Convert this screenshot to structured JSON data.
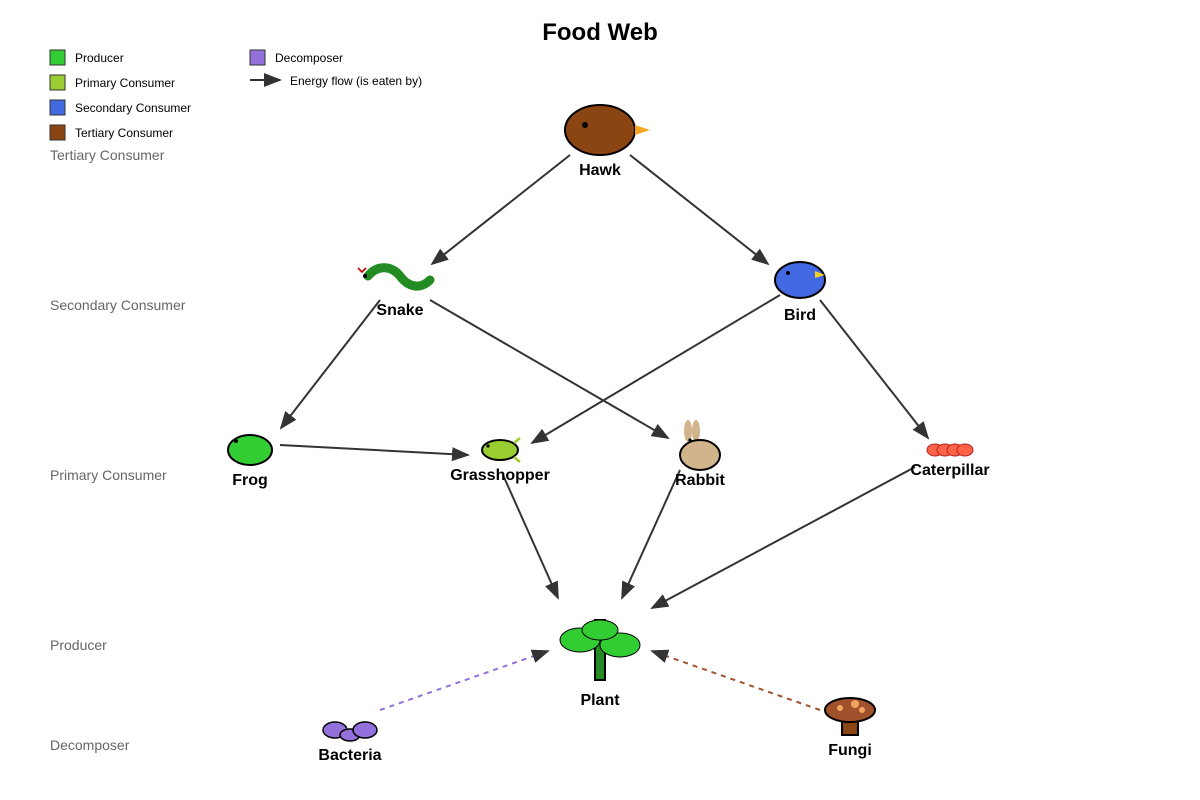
{
  "title": "Food Web",
  "legend": {
    "producer": {
      "label": "Producer",
      "color": "#32cd32"
    },
    "primary": {
      "label": "Primary Consumer",
      "color": "#9acd32"
    },
    "secondary": {
      "label": "Secondary Consumer",
      "color": "#4169e1"
    },
    "tertiary": {
      "label": "Tertiary Consumer",
      "color": "#8b4513"
    },
    "decomposer": {
      "label": "Decomposer",
      "color": "#9370db"
    },
    "energy_flow": {
      "label": "Energy flow (is eaten by)",
      "color": "#333333"
    }
  },
  "levels": {
    "tertiary": "Tertiary Consumer",
    "secondary": "Secondary Consumer",
    "primary": "Primary Consumer",
    "producer": "Producer",
    "decomposer": "Decomposer"
  },
  "nodes": {
    "hawk": {
      "label": "Hawk",
      "level": "Tertiary Consumer",
      "icon": "hawk-icon"
    },
    "snake": {
      "label": "Snake",
      "level": "Secondary Consumer",
      "icon": "snake-icon"
    },
    "bird": {
      "label": "Bird",
      "level": "Secondary Consumer",
      "icon": "bird-icon"
    },
    "frog": {
      "label": "Frog",
      "level": "Primary Consumer",
      "icon": "frog-icon"
    },
    "grasshopper": {
      "label": "Grasshopper",
      "level": "Primary Consumer",
      "icon": "grasshopper-icon"
    },
    "rabbit": {
      "label": "Rabbit",
      "level": "Primary Consumer",
      "icon": "rabbit-icon"
    },
    "caterpillar": {
      "label": "Caterpillar",
      "level": "Primary Consumer",
      "icon": "caterpillar-icon"
    },
    "plant": {
      "label": "Plant",
      "level": "Producer",
      "icon": "plant-icon"
    },
    "bacteria": {
      "label": "Bacteria",
      "level": "Decomposer",
      "icon": "bacteria-icon"
    },
    "fungi": {
      "label": "Fungi",
      "level": "Decomposer",
      "icon": "fungi-icon"
    }
  },
  "edges": [
    {
      "from": "hawk",
      "to": "snake",
      "style": "solid"
    },
    {
      "from": "hawk",
      "to": "bird",
      "style": "solid"
    },
    {
      "from": "snake",
      "to": "frog",
      "style": "solid"
    },
    {
      "from": "snake",
      "to": "rabbit",
      "style": "solid"
    },
    {
      "from": "bird",
      "to": "grasshopper",
      "style": "solid"
    },
    {
      "from": "bird",
      "to": "caterpillar",
      "style": "solid"
    },
    {
      "from": "frog",
      "to": "grasshopper",
      "style": "solid"
    },
    {
      "from": "grasshopper",
      "to": "plant",
      "style": "solid"
    },
    {
      "from": "rabbit",
      "to": "plant",
      "style": "solid"
    },
    {
      "from": "caterpillar",
      "to": "plant",
      "style": "solid"
    },
    {
      "from": "bacteria",
      "to": "plant",
      "style": "dashed"
    },
    {
      "from": "fungi",
      "to": "plant",
      "style": "dashed"
    }
  ]
}
